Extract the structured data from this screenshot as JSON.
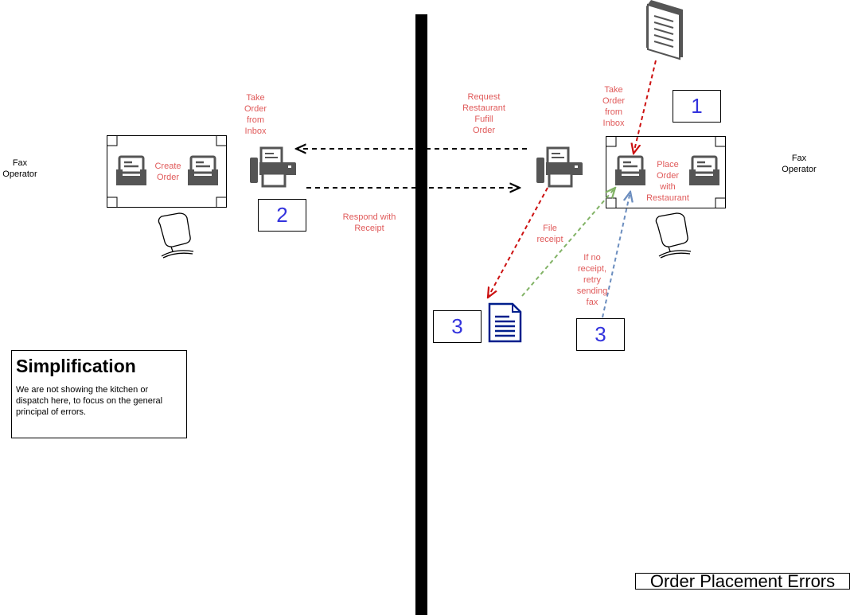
{
  "diagram": {
    "title": "Order Placement Errors",
    "left_actor": {
      "label": "Fax\nOperator"
    },
    "right_actor": {
      "label": "Fax\nOperator"
    },
    "left_system": {
      "label": "Create\nOrder"
    },
    "right_system": {
      "label": "Place\nOrder\nwith\nRestaurant"
    },
    "labels": {
      "take_order_left": "Take\nOrder\nfrom\nInbox",
      "take_order_right": "Take\nOrder\nfrom\nInbox",
      "request_fulfill": "Request\nRestaurant\nFufill\nOrder",
      "respond_receipt": "Respond with\nReceipt",
      "file_receipt": "File\nreceipt",
      "retry_fax": "If no\nreceipt,\nretry\nsending\nfax"
    },
    "error_markers": {
      "m1": "1",
      "m2": "2",
      "m3a": "3",
      "m3b": "3"
    },
    "note": {
      "title": "Simplification",
      "body": "We are not showing the kitchen or dispatch here, to focus on the general principal of errors."
    },
    "colors": {
      "red_arrow": "#cc1111",
      "green_arrow": "#82b366",
      "blue_arrow": "#6c8ebf",
      "label_red": "#e05a5a",
      "marker_blue": "#3333dd",
      "document_blue": "#001f8c",
      "icon_gray": "#555555"
    },
    "icons": [
      "inbox-icon",
      "outbox-icon",
      "fax-machine-icon",
      "chair-icon",
      "paper-document-icon",
      "blue-document-icon"
    ]
  }
}
